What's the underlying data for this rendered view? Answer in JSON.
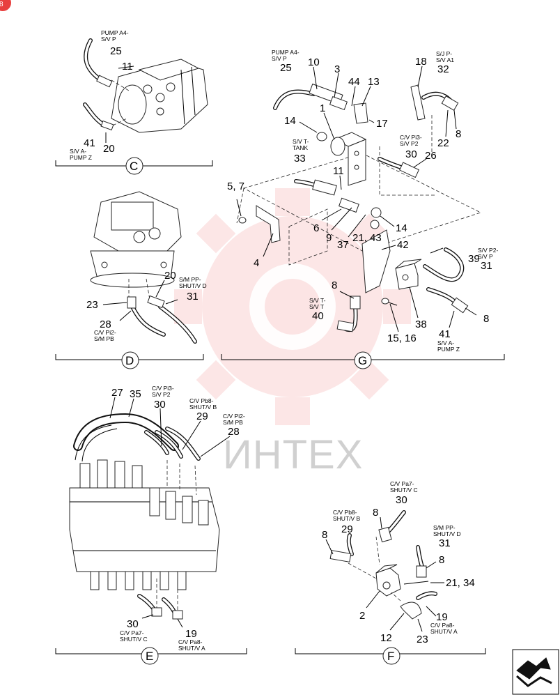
{
  "badge": "8",
  "watermark": "ИНТЕХ",
  "views": {
    "C": {
      "letter": "C",
      "callouts": {
        "c25_label": "PUMP A4-\nS/V P",
        "c25": "25",
        "c11": "11",
        "c41_label": "S/V A-\nPUMP Z",
        "c41": "41",
        "c20": "20"
      }
    },
    "D": {
      "letter": "D",
      "callouts": {
        "c20": "20",
        "c31_label": "S/M PP-\nSHUT/V D",
        "c31": "31",
        "c23": "23",
        "c28": "28",
        "c28_label": "C/V Pi2-\nS/M PB"
      }
    },
    "G": {
      "letter": "G",
      "callouts": {
        "c25_label": "PUMP A4-\nS/V P",
        "c25": "25",
        "c10": "10",
        "c3": "3",
        "c44": "44",
        "c13": "13",
        "c18": "18",
        "c32_label": "S/J P-\nS/V A1",
        "c32": "32",
        "c1": "1",
        "c17": "17",
        "c14a": "14",
        "c22": "22",
        "c8a": "8",
        "c33_label": "S/V T-\nTANK",
        "c33": "33",
        "c30_label": "C/V Pi3-\nS/V P2",
        "c30": "30",
        "c26": "26",
        "c11": "11",
        "c57": "5, 7",
        "c6": "6",
        "c9": "9",
        "c14b": "14",
        "c2143": "21, 43",
        "c37": "37",
        "c4": "4",
        "c42": "42",
        "c39": "39",
        "c31_label": "S/V P2-\nS/V P",
        "c31": "31",
        "c8b": "8",
        "c40_label": "S/V T-\nS/V T",
        "c40": "40",
        "c1516": "15, 16",
        "c38": "38",
        "c41": "41",
        "c41_label": "S/V A-\nPUMP Z",
        "c8c": "8"
      }
    },
    "E": {
      "letter": "E",
      "callouts": {
        "c27": "27",
        "c35": "35",
        "c30_label": "C/V Pi3-\nS/V P2",
        "c30": "30",
        "c29_label": "C/V Pb8-\nSHUT/V B",
        "c29": "29",
        "c28_label": "C/V Pi2-\nS/M PB",
        "c28": "28",
        "c30b": "30",
        "c30b_label": "C/V Pa7-\nSHUT/V C",
        "c19": "19",
        "c19_label": "C/V Pa8-\nSHUT/V A"
      }
    },
    "F": {
      "letter": "F",
      "callouts": {
        "c30_label": "C/V Pa7-\nSHUT/V C",
        "c30": "30",
        "c8a": "8",
        "c29_label": "C/V Pb8-\nSHUT/V B",
        "c29": "29",
        "c8b": "8",
        "c31_label": "S/M PP-\nSHUT/V D",
        "c31": "31",
        "c8c": "8",
        "c2134": "21, 34",
        "c2": "2",
        "c19": "19",
        "c19_label": "C/V Pa8-\nSHUT/V A",
        "c12": "12",
        "c23": "23"
      }
    }
  }
}
